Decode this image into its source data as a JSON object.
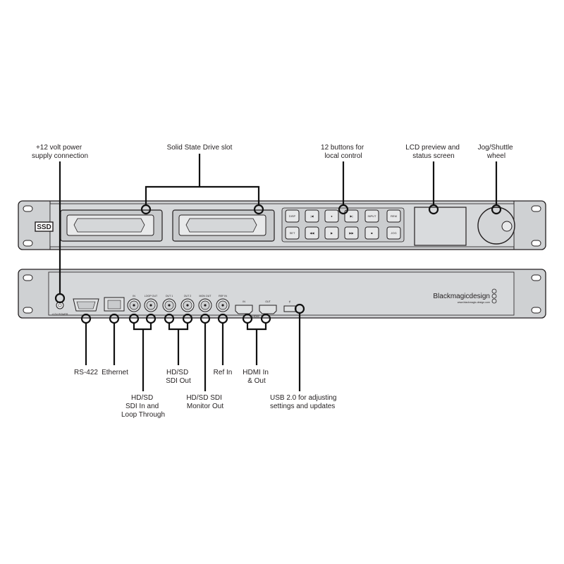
{
  "front_panel": {
    "badge": "SSD",
    "buttons": [
      "DISP",
      "|◀",
      "●",
      "▶|",
      "INPUT",
      "REM",
      "SET",
      "◀◀",
      "▶",
      "▶▶",
      "■",
      "JOG"
    ]
  },
  "rear_panel": {
    "power_label": "+12V POWER",
    "sdi_labels": [
      "IN",
      "LOOP OUT",
      "OUT 1",
      "OUT 2",
      "MON OUT",
      "REF IN"
    ],
    "hdmi_labels": [
      "IN",
      "OUT"
    ],
    "hdmi_caption": "HDMI",
    "brand": "Blackmagicdesign",
    "brand_url": "www.blackmagic-design.com"
  },
  "callouts": {
    "power": [
      "+12 volt power",
      "supply connection"
    ],
    "ssd_slot": [
      "Solid State Drive slot"
    ],
    "buttons": [
      "12 buttons for",
      "local control"
    ],
    "lcd": [
      "LCD preview and",
      "status screen"
    ],
    "jog": [
      "Jog/Shuttle",
      "wheel"
    ],
    "rs422": [
      "RS-422"
    ],
    "ethernet": [
      "Ethernet"
    ],
    "sdi_in": [
      "HD/SD",
      "SDI In and",
      "Loop Through"
    ],
    "sdi_out": [
      "HD/SD",
      "SDI Out"
    ],
    "sdi_monitor": [
      "HD/SD SDI",
      "Monitor Out"
    ],
    "ref_in": [
      "Ref In"
    ],
    "hdmi": [
      "HDMI In",
      "& Out"
    ],
    "usb": [
      "USB 2.0 for adjusting",
      "settings and updates"
    ]
  }
}
